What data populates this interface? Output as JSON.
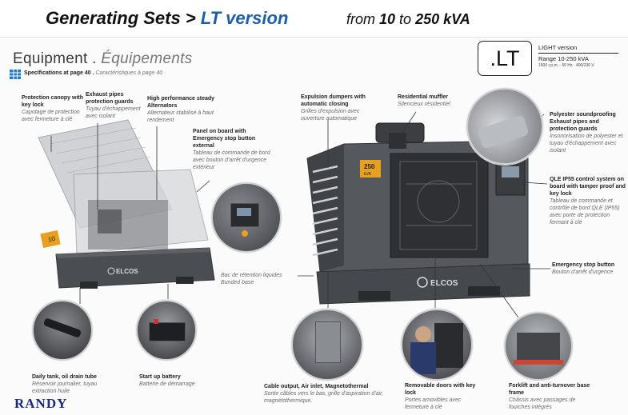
{
  "header": {
    "title_main": "Generating Sets > ",
    "title_version": "LT version",
    "range_prefix": "from ",
    "range_from": "10",
    "range_mid": " to ",
    "range_to": "250 kVA"
  },
  "section": {
    "title": "Equipment . ",
    "title_fr": "Équipements",
    "spec_en": "Specifications at page 40 .",
    "spec_fr": "Caractéristiques à page 40"
  },
  "badge": {
    "code": ".LT",
    "version": "LIGHT version",
    "range": "Range 10-250 kVA",
    "detail": "1500 r.p.m. - 50 Hz - 400/230 V"
  },
  "labels": {
    "canopy": {
      "en": "Protection canopy with key lock",
      "fr": "Capotage de protection avec fermeture à clé"
    },
    "exhaust_guards": {
      "en": "Exhaust pipes protection guards",
      "fr": "Tuyau d'échappement avec isolant"
    },
    "alternators": {
      "en": "High performance steady Alternators",
      "fr": "Alternateur stabilisé à haut rendement"
    },
    "panel": {
      "en": "Panel on board with Emergency stop button external",
      "fr": "Tableau de commande de bord avec bouton d'arrêt d'urgence extérieur"
    },
    "dampers": {
      "en": "Expulsion dumpers with automatic closing",
      "fr": "Grilles d'expulsion avec ouverture automatique"
    },
    "muffler": {
      "en": "Residential muffler",
      "fr": "Silencieux résidentiel"
    },
    "soundproof": {
      "en": "Polyester soundproofing Exhaust pipes and protection guards",
      "fr": "Insonorisation de polyester et tuyau d'échappement avec isolant"
    },
    "qle": {
      "en": "QLE IP55 control system on board with tamper proof and key lock",
      "fr": "Tableau de commande et contrôle de bord QLE (IP55) avec porte de protection fermant à clé"
    },
    "bunded": {
      "en": "Bac de rétention liquides",
      "fr": "Bunded base"
    },
    "estop": {
      "en": "Emergency stop button",
      "fr": "Bouton d'arrêt d'urgence"
    },
    "daily_tank": {
      "en": "Daily tank, oil drain tube",
      "fr": "Réservoir journalier, tuyau extraction huile"
    },
    "battery": {
      "en": "Start up battery",
      "fr": "Batterie de démarrage"
    },
    "cable": {
      "en": "Cable output, Air inlet, Magnetothermal",
      "fr": "Sortie câbles vers le bas, grille d'aspiration d'air, magnétothermique."
    },
    "doors": {
      "en": "Removable doors with key lock",
      "fr": "Portes amovibles avec fermeture à clé"
    },
    "forklift": {
      "en": "Forklift and anti-turnover base frame",
      "fr": "Châssis avec passages de fourches intégrés"
    }
  },
  "product": {
    "brand": "ELCOS",
    "small_rating": "10",
    "big_rating": "250",
    "big_rating_unit": "kVA"
  },
  "footer": {
    "mark": "RANDY"
  },
  "colors": {
    "accent": "#1f5fa8",
    "badge_orange": "#e8a020",
    "body_grey": "#4a4d52"
  }
}
